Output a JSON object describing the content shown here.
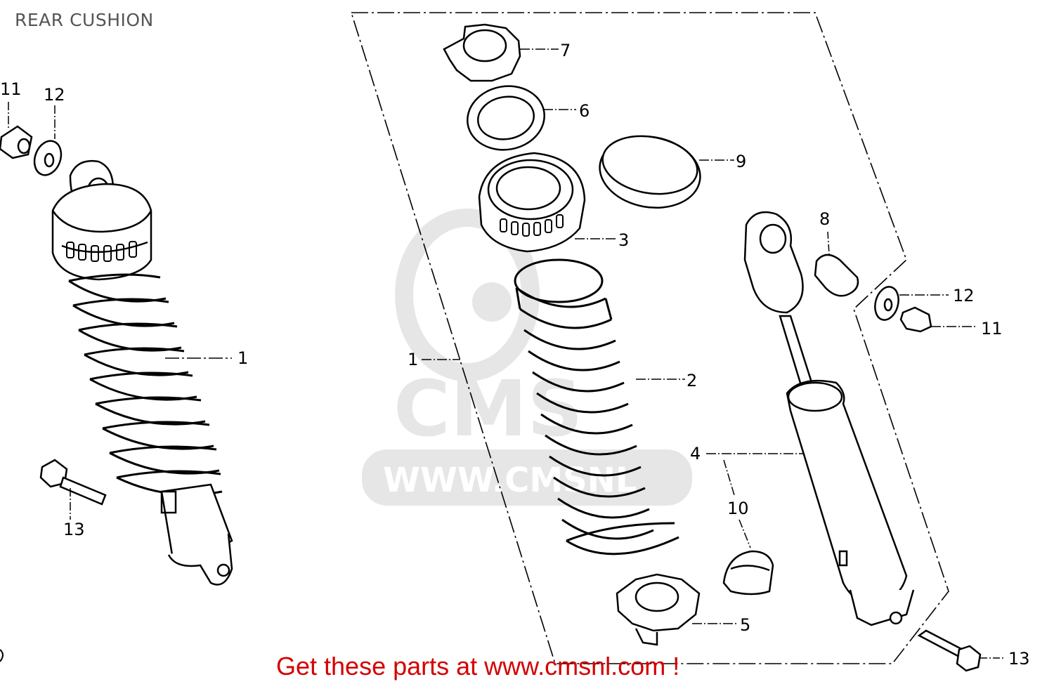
{
  "title": "REAR CUSHION",
  "footer": "Get these parts at www.cmsnl.com !",
  "watermark": {
    "brand": "CMS",
    "url": "WWW.CMSNL"
  },
  "callouts": {
    "c1_left": "1",
    "c11_left": "11",
    "c12_left": "12",
    "c13_left": "13",
    "c1_right": "1",
    "c2": "2",
    "c3": "3",
    "c4": "4",
    "c5": "5",
    "c6": "6",
    "c7": "7",
    "c8": "8",
    "c9": "9",
    "c10": "10",
    "c11_right": "11",
    "c12_right": "12",
    "c13_right": "13"
  },
  "colors": {
    "line": "#000000",
    "footer": "#d40000",
    "watermark": "#e3e3e3"
  }
}
